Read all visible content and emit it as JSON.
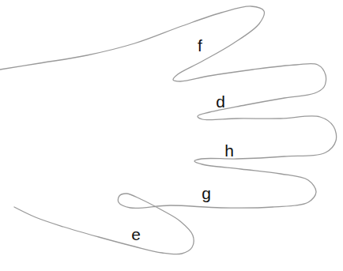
{
  "diagram": {
    "labels": [
      "f",
      "d",
      "h",
      "g",
      "e"
    ]
  }
}
